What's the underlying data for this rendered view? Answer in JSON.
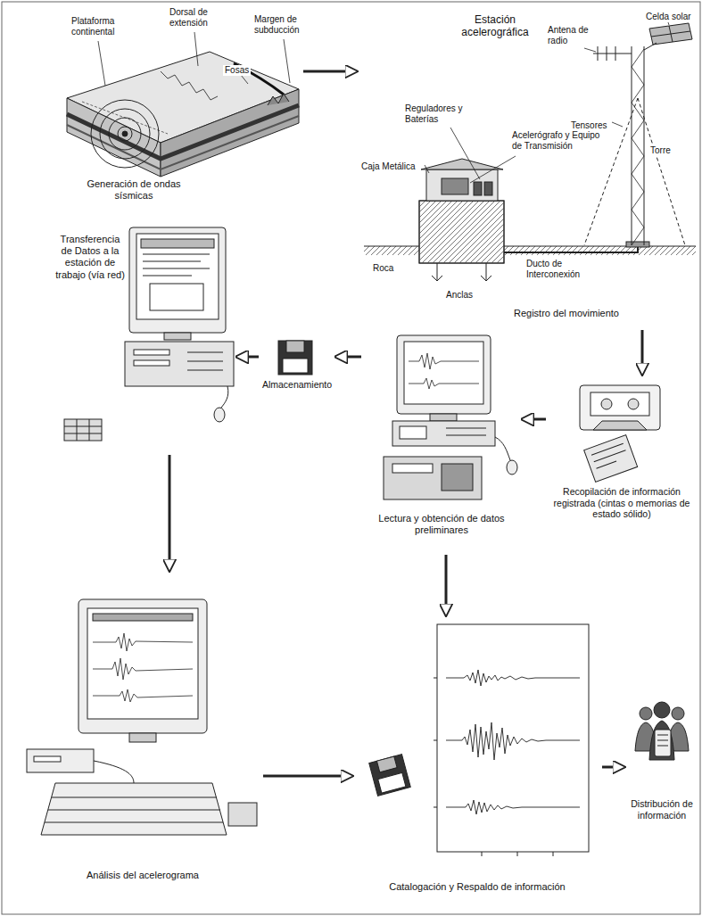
{
  "diagram": {
    "nodes": [
      {
        "text": [
          "Generación de ondas sísmicas"
        ]
      },
      {
        "text": [
          "Estación acelerográfica",
          "Registro del movimiento"
        ]
      },
      {
        "text": [
          "Recopilación de información registrada (cintas o memorias de estado sólido)"
        ]
      },
      {
        "text": [
          "Lectura y obtención de datos preliminares"
        ]
      },
      {
        "text": [
          "Almacenamiento"
        ]
      },
      {
        "text": [
          "Transferencia de Datos a la estación de trabajo (vía red)"
        ]
      },
      {
        "text": [
          "Análisis del acelerograma"
        ]
      },
      {
        "text": [
          "Catalogación y Respaldo de información"
        ]
      },
      {
        "text": [
          "Distribución de información"
        ]
      }
    ],
    "edges": [
      {
        "from": 0,
        "to": 1,
        "arrow": "to"
      },
      {
        "from": 1,
        "to": 2,
        "arrow": "to"
      },
      {
        "from": 2,
        "to": 3,
        "arrow": "to"
      },
      {
        "from": 3,
        "to": 4,
        "arrow": "to"
      },
      {
        "from": 4,
        "to": 5,
        "arrow": "to"
      },
      {
        "from": 5,
        "to": 6,
        "arrow": "to"
      },
      {
        "from": 3,
        "to": 7,
        "arrow": "to"
      },
      {
        "from": 6,
        "to": 7,
        "arrow": "to"
      },
      {
        "from": 7,
        "to": 8,
        "arrow": "to"
      }
    ],
    "labels": [
      "Plataforma continental",
      "Dorsal de extensión",
      "Fosas",
      "Margen de subducción",
      "Antena de radio",
      "Celda solar",
      "Tensores",
      "Torre",
      "Reguladores y Baterías",
      "Caja Metálica",
      "Acelerógrafo y Equipo de Transmisión",
      "Roca",
      "Anclas",
      "Ducto de Interconexión"
    ]
  }
}
